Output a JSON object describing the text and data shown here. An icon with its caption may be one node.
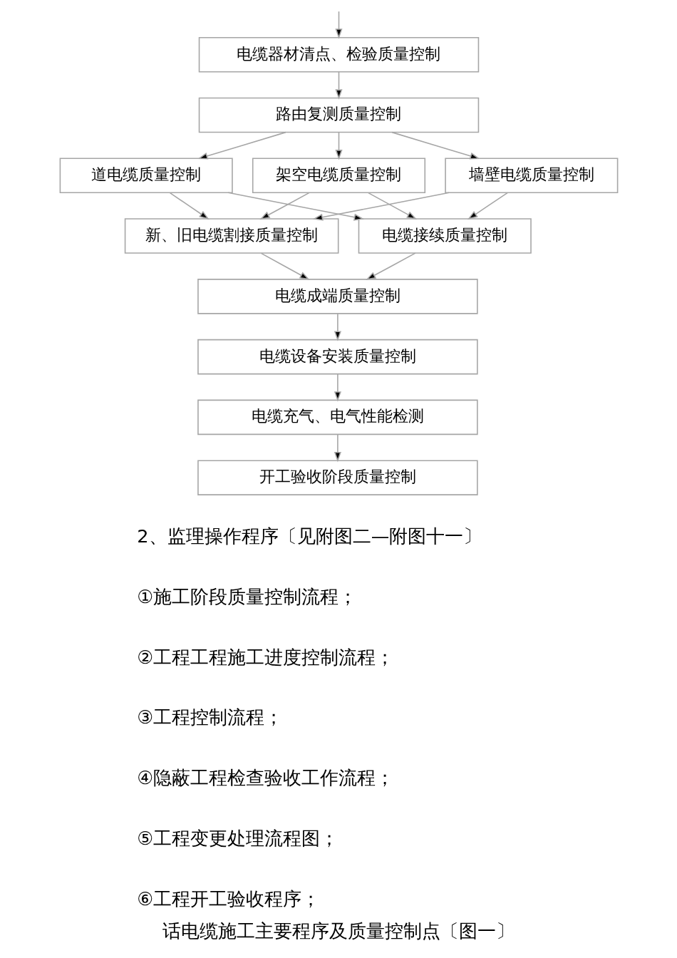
{
  "diagram": {
    "caption": "话电缆施工主要程序及质量控制点〔图一〕",
    "nodes": [
      {
        "text": [
          "电缆器材清点、检验质量控制"
        ]
      },
      {
        "text": [
          "路由复测质量控制"
        ]
      },
      {
        "text": [
          "道电缆质量控制"
        ]
      },
      {
        "text": [
          "架空电缆质量控制"
        ]
      },
      {
        "text": [
          "墙壁电缆质量控制"
        ]
      },
      {
        "text": [
          "新、旧电缆割接质量控制"
        ]
      },
      {
        "text": [
          "电缆接续质量控制"
        ]
      },
      {
        "text": [
          "电缆成端质量控制"
        ]
      },
      {
        "text": [
          "电缆设备安装质量控制"
        ]
      },
      {
        "text": [
          "电缆充气、电气性能检测"
        ]
      },
      {
        "text": [
          "开工验收阶段质量控制"
        ]
      }
    ],
    "edges": [
      {
        "from": null,
        "to": 0,
        "arrow": "to"
      },
      {
        "from": 0,
        "to": 1,
        "arrow": "to"
      },
      {
        "from": 1,
        "to": 2,
        "arrow": "to"
      },
      {
        "from": 1,
        "to": 3,
        "arrow": "to"
      },
      {
        "from": 1,
        "to": 4,
        "arrow": "to"
      },
      {
        "from": 2,
        "to": 5,
        "arrow": "to"
      },
      {
        "from": 2,
        "to": 6,
        "arrow": "to"
      },
      {
        "from": 3,
        "to": 5,
        "arrow": "to"
      },
      {
        "from": 3,
        "to": 6,
        "arrow": "to"
      },
      {
        "from": 4,
        "to": 5,
        "arrow": "to"
      },
      {
        "from": 4,
        "to": 6,
        "arrow": "to"
      },
      {
        "from": 5,
        "to": 7,
        "arrow": "to"
      },
      {
        "from": 6,
        "to": 7,
        "arrow": "to"
      },
      {
        "from": 7,
        "to": 8,
        "arrow": "to"
      },
      {
        "from": 8,
        "to": 9,
        "arrow": "to"
      },
      {
        "from": 9,
        "to": 10,
        "arrow": "to"
      }
    ],
    "labels": [
      "2、监理操作程序〔见附图二—附图十一〕",
      "①施工阶段质量控制流程；",
      "②工程工程施工进度控制流程；",
      "③工程控制流程；",
      "④隐蔽工程检查验收工作流程；",
      "⑤工程变更处理流程图；",
      "⑥工程开工验收程序；"
    ]
  }
}
